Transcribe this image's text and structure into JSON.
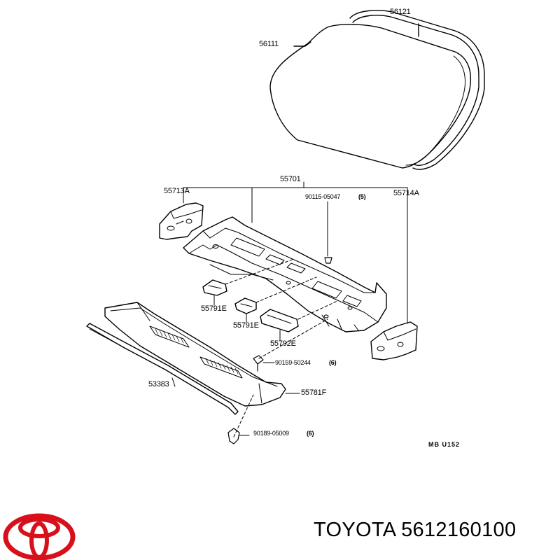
{
  "parts": {
    "windshield_glass": "56111",
    "windshield_molding": "56121",
    "cowl_panel_assy": "55701",
    "bracket_left": "55713A",
    "bracket_right": "55714A",
    "screw_top": "90115-05047",
    "screw_top_qty": "(5)",
    "retainer_1": "55791E",
    "retainer_2": "55791E",
    "retainer_3": "55792E",
    "bolt": "90159-50244",
    "bolt_qty": "(6)",
    "weatherstrip": "53383",
    "louver": "55781F",
    "clip": "90189-05009",
    "clip_qty": "(6)"
  },
  "diagram_ref": "MB  U152",
  "caption": "TOYOTA 5612160100",
  "colors": {
    "logo_red": "#d8101c",
    "line": "#000000"
  }
}
